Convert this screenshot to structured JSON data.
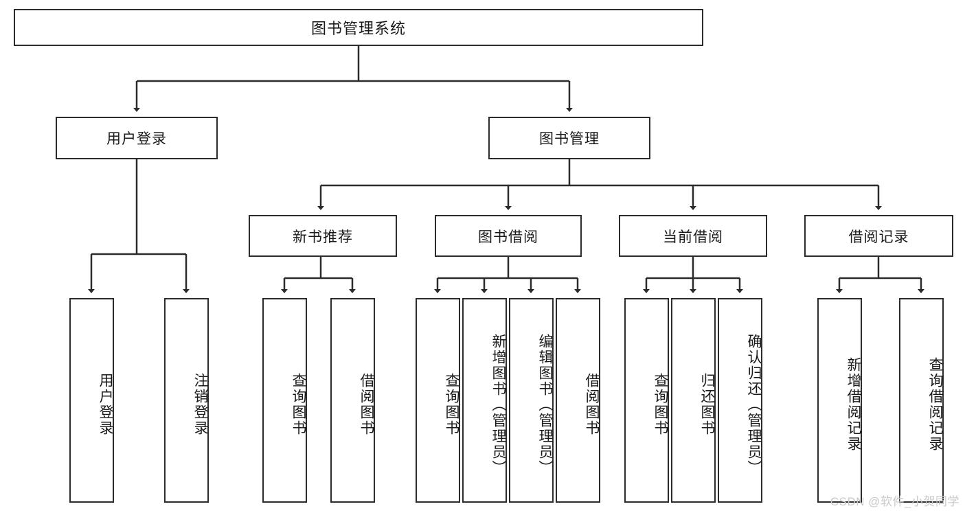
{
  "diagram": {
    "type": "tree-hierarchy",
    "title": "图书管理系统",
    "colors": {
      "box_border": "#2b2b2b",
      "box_fill": "#ffffff",
      "connector": "#2b2b2b",
      "background": "#ffffff",
      "watermark": "#c9c9c9"
    },
    "root": {
      "label": "图书管理系统"
    },
    "level1": [
      {
        "label": "用户登录"
      },
      {
        "label": "图书管理"
      }
    ],
    "level2": [
      {
        "label": "新书推荐"
      },
      {
        "label": "图书借阅"
      },
      {
        "label": "当前借阅"
      },
      {
        "label": "借阅记录"
      }
    ],
    "leaves": {
      "user_login": [
        {
          "label": "用户登录"
        },
        {
          "label": "注销登录"
        }
      ],
      "new_book": [
        {
          "label": "查询图书"
        },
        {
          "label": "借阅图书"
        }
      ],
      "book_borrow": [
        {
          "label": "查询图书"
        },
        {
          "label": "新增图书（管理员）"
        },
        {
          "label": "编辑图书（管理员）"
        },
        {
          "label": "借阅图书"
        }
      ],
      "current_borrow": [
        {
          "label": "查询图书"
        },
        {
          "label": "归还图书"
        },
        {
          "label": "确认归还（管理员）"
        }
      ],
      "borrow_record": [
        {
          "label": "新增借阅记录"
        },
        {
          "label": "查询借阅记录"
        }
      ]
    }
  },
  "watermark": {
    "text": "CSDN @软件_小贺同学"
  }
}
